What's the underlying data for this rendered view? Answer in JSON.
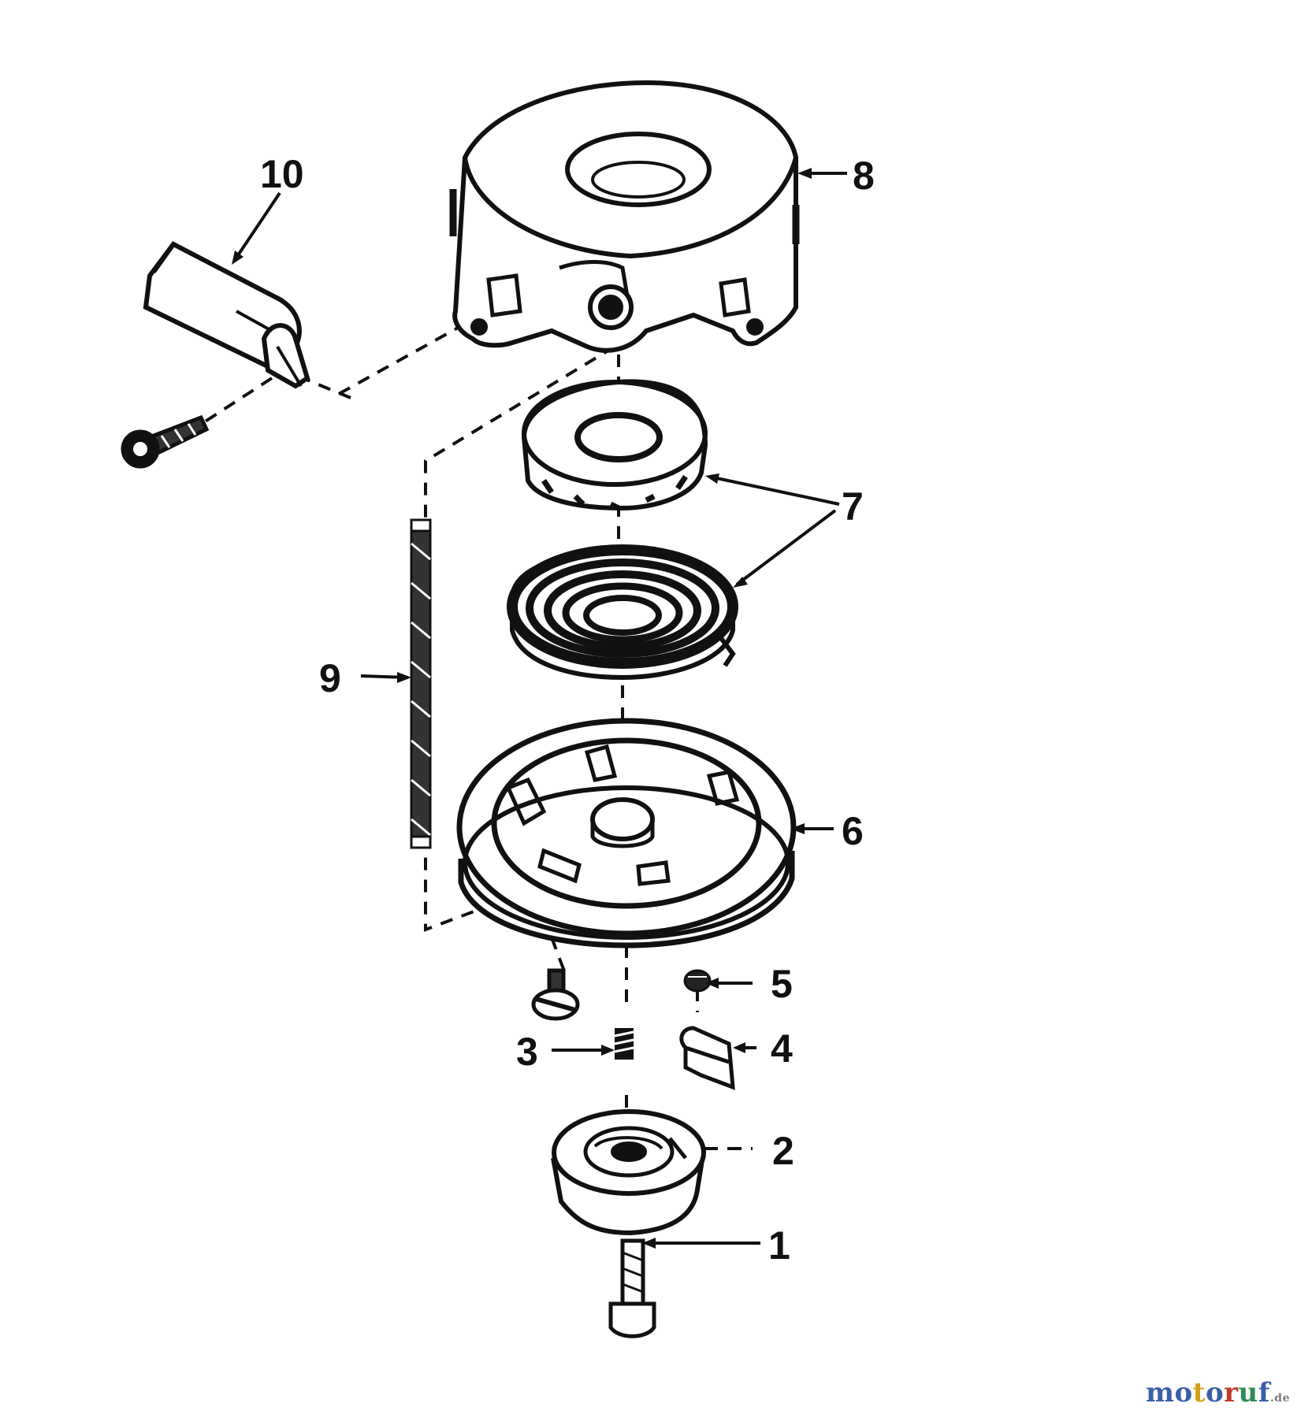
{
  "diagram": {
    "callouts": [
      {
        "id": "1",
        "label": "1"
      },
      {
        "id": "2",
        "label": "2"
      },
      {
        "id": "3",
        "label": "3"
      },
      {
        "id": "4",
        "label": "4"
      },
      {
        "id": "5",
        "label": "5"
      },
      {
        "id": "6",
        "label": "6"
      },
      {
        "id": "7",
        "label": "7"
      },
      {
        "id": "8",
        "label": "8"
      },
      {
        "id": "9",
        "label": "9"
      },
      {
        "id": "10",
        "label": "10"
      }
    ]
  },
  "watermark": {
    "brand": "motoruf",
    "tld": ".de",
    "letter_colors": [
      "#3a5fa8",
      "#3a5fa8",
      "#d4a017",
      "#3a5fa8",
      "#c0392b",
      "#2e8b57",
      "#3a5fa8"
    ]
  }
}
